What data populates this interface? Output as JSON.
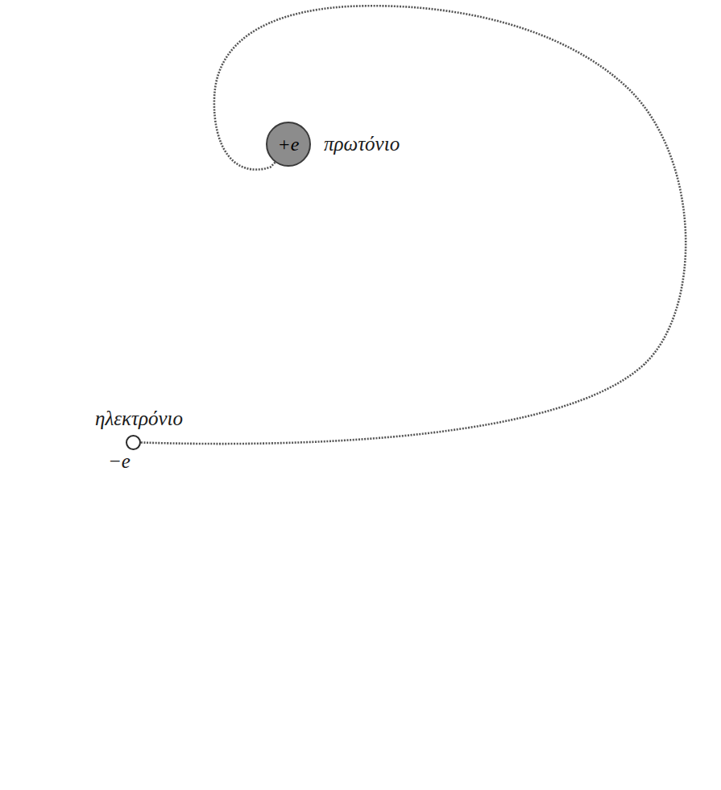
{
  "diagram": {
    "nodes": [
      {
        "text": [
          "+e",
          "πρωτόνιο"
        ]
      },
      {
        "text": [
          "ηλεκτρόνιο",
          "−e"
        ]
      }
    ],
    "edges": [
      {
        "from": 1,
        "to": 0,
        "arrow": "none"
      }
    ]
  }
}
